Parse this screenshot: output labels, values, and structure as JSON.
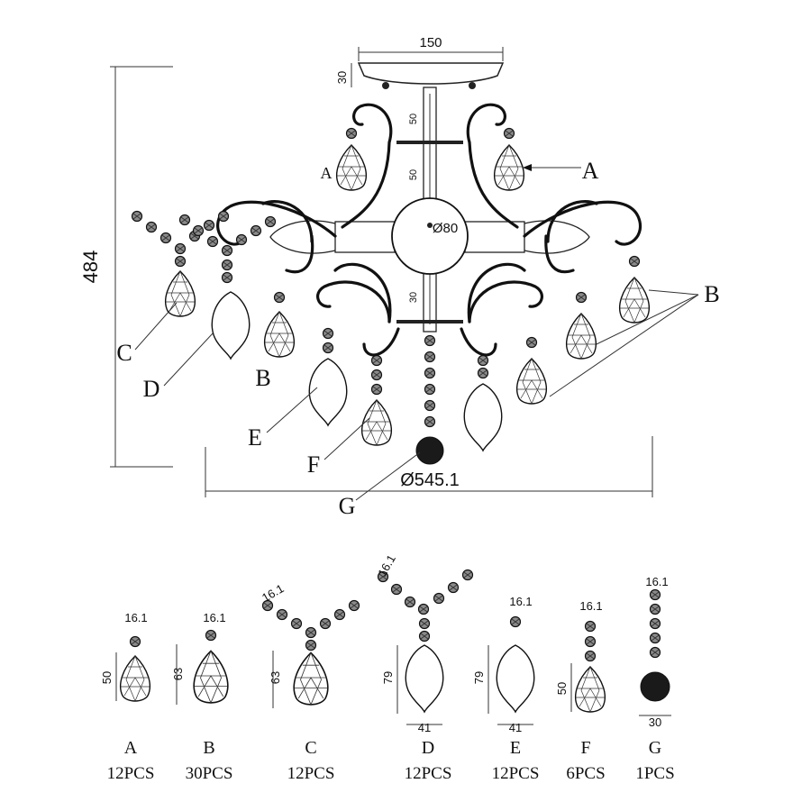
{
  "dimensions": {
    "top_width": "150",
    "top_height": "30",
    "total_height": "484",
    "rod_segment_1": "50",
    "rod_segment_2": "50",
    "rod_segment_3": "30",
    "center_ball": "Ø80",
    "overall_diameter": "Ø545.1"
  },
  "callouts": {
    "a_left": "A",
    "a_right": "A",
    "b_left": "B",
    "b_right": "B",
    "c": "C",
    "d": "D",
    "e": "E",
    "f": "F",
    "g": "G"
  },
  "parts": [
    {
      "letter": "A",
      "qty": "12PCS",
      "bead": "16.1",
      "height": "50"
    },
    {
      "letter": "B",
      "qty": "30PCS",
      "bead": "16.1",
      "height": "63"
    },
    {
      "letter": "C",
      "qty": "12PCS",
      "bead": "16.1",
      "height": "63"
    },
    {
      "letter": "D",
      "qty": "12PCS",
      "bead": "16.1",
      "height": "79",
      "width": "41"
    },
    {
      "letter": "E",
      "qty": "12PCS",
      "bead": "16.1",
      "height": "79",
      "width": "41"
    },
    {
      "letter": "F",
      "qty": "6PCS",
      "bead": "16.1",
      "height": "50"
    },
    {
      "letter": "G",
      "qty": "1PCS",
      "bead": "16.1",
      "width": "30"
    }
  ]
}
